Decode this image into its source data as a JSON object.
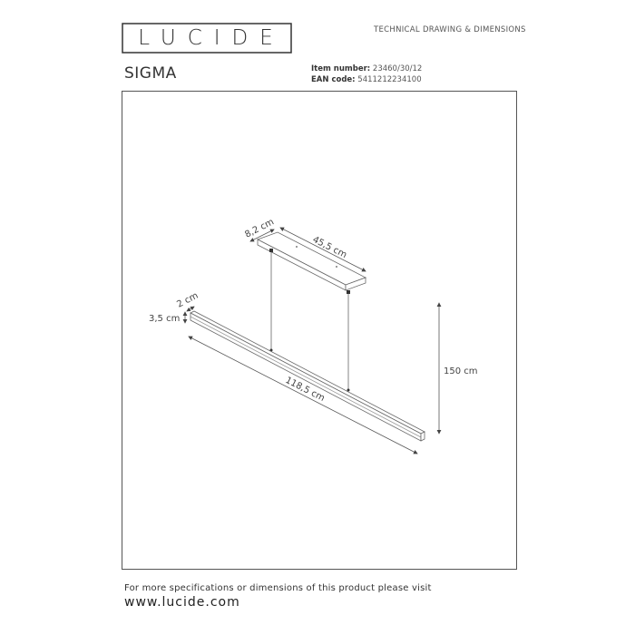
{
  "header": {
    "brand_logo": "LUCIDE",
    "document_type": "TECHNICAL DRAWING & DIMENSIONS",
    "product_name": "SIGMA",
    "item_number_label": "Item number:",
    "item_number": "23460/30/12",
    "ean_label": "EAN code:",
    "ean_code": "5411212234100"
  },
  "drawing": {
    "dimensions": {
      "canopy_depth": "8,2 cm",
      "canopy_length": "45,5 cm",
      "bar_width": "2 cm",
      "bar_height": "3,5 cm",
      "bar_length": "118,5 cm",
      "suspension_height": "150 cm"
    },
    "colors": {
      "line": "#555555",
      "frame": "#555555",
      "text": "#333333"
    }
  },
  "footer": {
    "info_text": "For more specifications or dimensions of this product please visit",
    "website": "www.lucide.com"
  }
}
